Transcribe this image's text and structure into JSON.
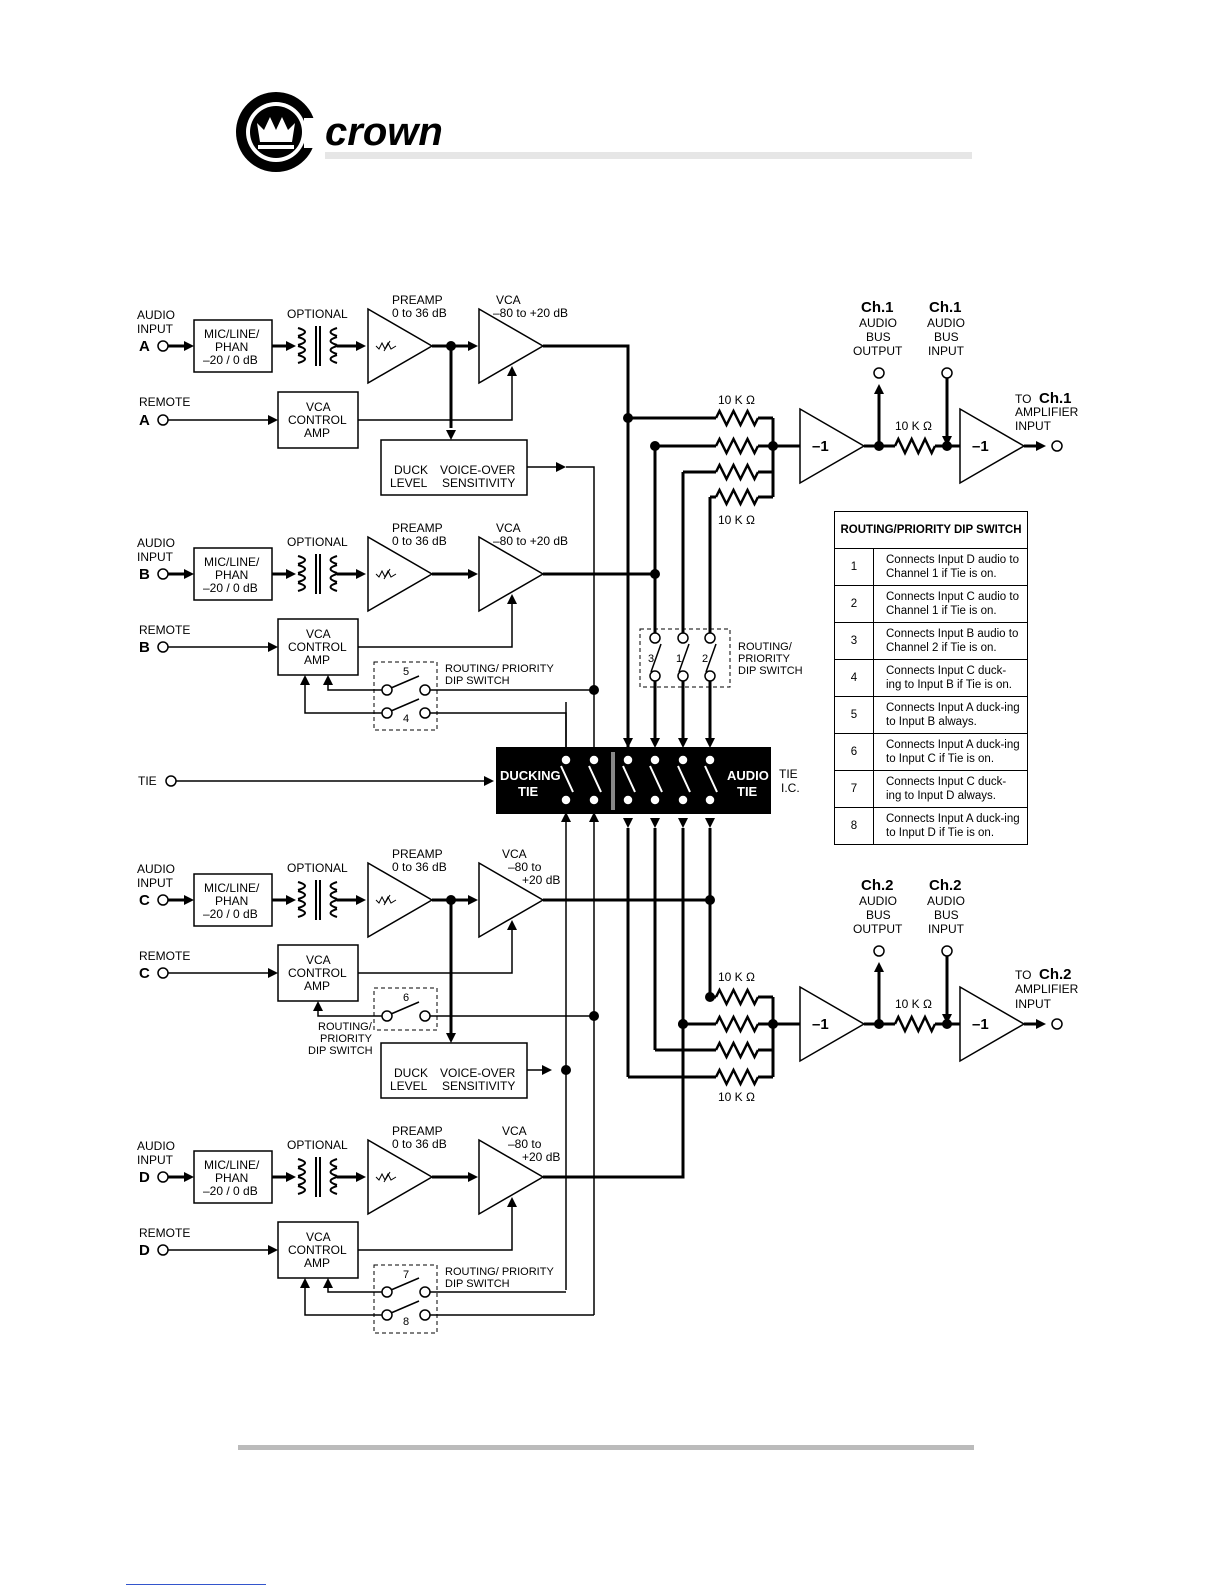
{
  "brand": {
    "name": "crown"
  },
  "channels": [
    {
      "letter": "A",
      "audio_label": "AUDIO\nINPUT",
      "remote_label": "REMOTE"
    },
    {
      "letter": "B",
      "audio_label": "AUDIO\nINPUT",
      "remote_label": "REMOTE"
    },
    {
      "letter": "C",
      "audio_label": "AUDIO\nINPUT",
      "remote_label": "REMOTE"
    },
    {
      "letter": "D",
      "audio_label": "AUDIO\nINPUT",
      "remote_label": "REMOTE"
    }
  ],
  "blocks": {
    "mic_line": [
      "MIC/LINE/",
      "PHAN",
      "–20 / 0 dB"
    ],
    "optional": "OPTIONAL",
    "preamp": [
      "PREAMP",
      "0 to 36 dB"
    ],
    "vca_ab": [
      "VCA",
      "–80 to +20 dB"
    ],
    "vca_cd": [
      "VCA",
      "–80 to",
      "+20 dB"
    ],
    "vca_control": [
      "VCA",
      "CONTROL",
      "AMP"
    ],
    "duck_level": [
      "DUCK",
      "LEVEL"
    ],
    "voice_over": [
      "VOICE-OVER",
      "SENSITIVITY"
    ],
    "inverter": "–1",
    "resistor": "10 K Ω"
  },
  "tie": {
    "label": "TIE",
    "ducking_tie": [
      "DUCKING",
      "TIE"
    ],
    "audio_tie": [
      "AUDIO",
      "TIE"
    ],
    "tie_ic": [
      "TIE",
      "I.C."
    ]
  },
  "dip_switch": {
    "routing_priority": "ROUTING/ PRIORITY",
    "dip_switch": "DIP SWITCH",
    "routing_stack": [
      "ROUTING/",
      "PRIORITY",
      "DIP SWITCH"
    ],
    "switch_numbers": [
      "5",
      "4",
      "6",
      "7",
      "8",
      "3",
      "1",
      "2"
    ]
  },
  "ch1": {
    "bus_output": [
      "Ch.1",
      "AUDIO",
      "BUS",
      "OUTPUT"
    ],
    "bus_input": [
      "Ch.1",
      "AUDIO",
      "BUS",
      "INPUT"
    ],
    "amp": [
      "TO",
      "Ch.1",
      "AMPLIFIER",
      "INPUT"
    ]
  },
  "ch2": {
    "bus_output": [
      "Ch.2",
      "AUDIO",
      "BUS",
      "OUTPUT"
    ],
    "bus_input": [
      "Ch.2",
      "AUDIO",
      "BUS",
      "INPUT"
    ],
    "amp": [
      "TO",
      "Ch.2",
      "AMPLIFIER",
      "INPUT"
    ]
  },
  "routing_table": {
    "title": "ROUTING/PRIORITY DIP SWITCH",
    "rows": [
      {
        "num": "1",
        "desc": "Connects Input D audio to Channel 1 if Tie is on."
      },
      {
        "num": "2",
        "desc": "Connects Input C audio to Channel 1 if Tie is on."
      },
      {
        "num": "3",
        "desc": "Connects Input B audio to Channel 2 if Tie is on."
      },
      {
        "num": "4",
        "desc": "Connects Input C duck-ing to Input B if Tie is on."
      },
      {
        "num": "5",
        "desc": "Connects Input A duck-ing to Input B always."
      },
      {
        "num": "6",
        "desc": "Connects Input A duck-ing to Input C if Tie is on."
      },
      {
        "num": "7",
        "desc": "Connects Input C duck-ing to Input D always."
      },
      {
        "num": "8",
        "desc": "Connects Input A duck-ing to Input D if Tie is on."
      }
    ]
  },
  "colors": {
    "ink": "#000000",
    "rule": "#e6e6e6",
    "footer_rule": "#bbbbbb",
    "link": "#3355cc"
  }
}
